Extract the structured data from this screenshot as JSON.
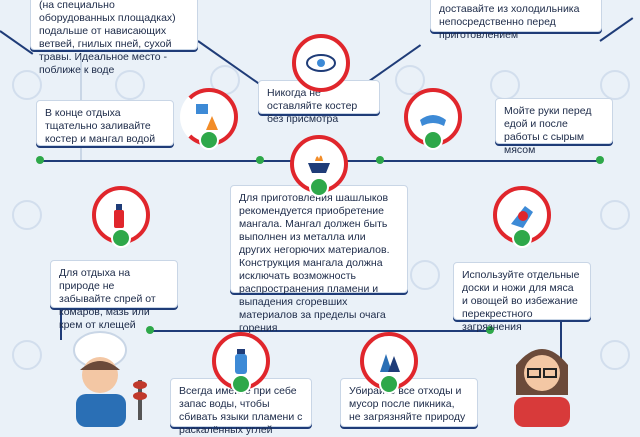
{
  "cards": {
    "top_left": "(на специально оборудованных площадках) подальше от нависающих ветвей, гнилых пней, сухой травы. Идеальное место - поближе к воде",
    "top_right": "доставайте из холодильника непосредственно перед приготовлением",
    "center_top": "Никогда не оставляйте костер без присмотра",
    "left_mid": "В конце отдыха тщательно заливайте костер и мангал водой",
    "right_mid": "Мойте руки перед едой и после работы с сырым мясом",
    "center_main": "Для приготовления шашлыков рекомендуется приобретение мангала. Мангал должен быть выполнен из металла или других негорючих материалов. Конструкция мангала должна исключать возможность распространения пламени и выпадения сгоревших материалов за пределы очага горения",
    "left_low": "Для отдыха на природе не забывайте спрей от комаров, мазь или крем от клещей",
    "right_low": "Используйте отдельные доски и ножи для мяса и овощей во избежание перекрестного загрязнения",
    "bottom_center": "Всегда имейте при себе запас воды, чтобы сбивать языки пламени с раскалённых углей",
    "bottom_right": "Убирайте все отходы и мусор после пикника, не загрязняйте природу"
  },
  "colors": {
    "navy": "#1f3c78",
    "red": "#e0262c",
    "green": "#2ea84a",
    "bg": "#eaf1f8"
  },
  "icons": [
    "eye-icon",
    "bucket-fire-icon",
    "hand-wash-icon",
    "grill-icon",
    "spray-icon",
    "meat-icon",
    "water-bottle-icon",
    "trees-icon"
  ]
}
